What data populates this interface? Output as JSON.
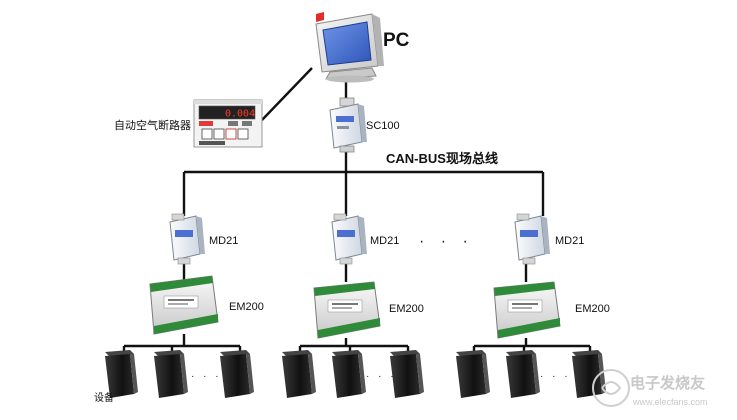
{
  "labels": {
    "pc": "PC",
    "sc100": "SC100",
    "breaker": "自动空气断路器",
    "bus": "CAN-BUS现场总线",
    "md21": "MD21",
    "em200": "EM200",
    "device": "设备",
    "ellipsis": "· · ·"
  },
  "breaker_display": {
    "reading": "0.004"
  },
  "watermark": {
    "title": "电子发烧友",
    "url": "www.elecfans.com"
  },
  "colors": {
    "line": "#111111",
    "screen": "#3b66c9",
    "display_led": "#ff3a2a",
    "device_dark": "#1c1c1c",
    "converter_body": "#e9eef5"
  },
  "icons": {
    "pc": "crt-monitor-icon",
    "sc100": "sc100-converter-icon",
    "md21": "md21-converter-icon",
    "em200": "em200-module-icon",
    "device": "device-box-icon",
    "breaker": "air-breaker-icon"
  }
}
